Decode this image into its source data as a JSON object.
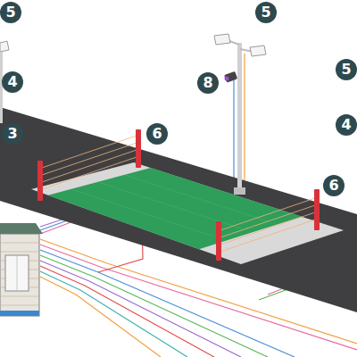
{
  "diagram": {
    "labels": [
      "5",
      "4",
      "3",
      "6",
      "5",
      "8",
      "5",
      "4",
      "6"
    ]
  }
}
